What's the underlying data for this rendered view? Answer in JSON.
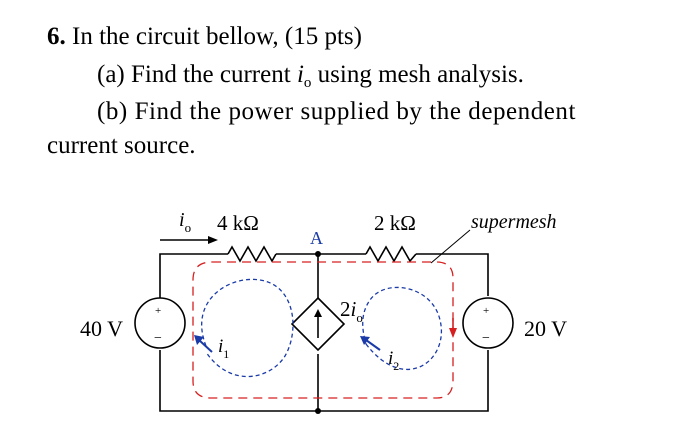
{
  "question": {
    "number": "6.",
    "intro": "In the circuit bellow, (15 pts)",
    "part_a_prefix": "(a) Find the current ",
    "part_a_var": "i",
    "part_a_sub": "o",
    "part_a_suffix": " using mesh analysis.",
    "part_b_line1": "(b) Find the power supplied by the dependent",
    "part_b_line2": "current source."
  },
  "circuit": {
    "current_io": "i",
    "current_io_sub": "o",
    "resistor1": "4 kΩ",
    "resistor2": "2 kΩ",
    "node_a": "A",
    "supermesh": "supermesh",
    "source_left": "40 V",
    "source_right": "20 V",
    "dep_source_coef": "2",
    "dep_source_var": "i",
    "dep_source_sub": "o",
    "mesh1_var": "i",
    "mesh1_sub": "1",
    "mesh2_var": "i",
    "mesh2_sub": "2",
    "plus": "+",
    "minus": "−",
    "colors": {
      "supermesh_path": "#d62020",
      "mesh_loops": "#1a3aa8",
      "wire": "#000000"
    }
  }
}
